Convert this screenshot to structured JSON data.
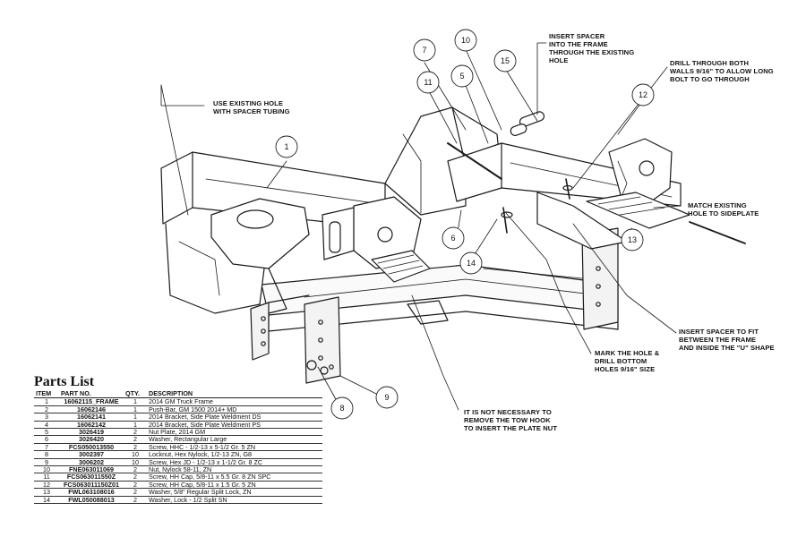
{
  "callouts": [
    {
      "number": "1"
    },
    {
      "number": "5"
    },
    {
      "number": "6"
    },
    {
      "number": "7"
    },
    {
      "number": "8"
    },
    {
      "number": "9"
    },
    {
      "number": "10"
    },
    {
      "number": "11"
    },
    {
      "number": "12"
    },
    {
      "number": "13"
    },
    {
      "number": "14"
    },
    {
      "number": "15"
    }
  ],
  "notes": {
    "use_existing_hole": [
      "USE EXISTING HOLE",
      "WITH SPACER TUBING"
    ],
    "insert_spacer_frame": [
      "INSERT SPACER",
      "INTO THE FRAME",
      "THROUGH THE EXISTING",
      "HOLE"
    ],
    "drill_through": [
      "DRILL THROUGH BOTH",
      "WALLS 9/16\" TO ALLOW LONG",
      "BOLT TO GO THROUGH"
    ],
    "match_existing": [
      "MATCH EXISTING",
      "HOLE TO SIDEPLATE"
    ],
    "insert_spacer_fit": [
      "INSERT SPACER TO FIT",
      "BETWEEN THE FRAME",
      "AND INSIDE THE \"U\" SHAPE"
    ],
    "mark_hole": [
      "MARK THE HOLE &",
      "DRILL BOTTOM",
      "HOLES 9/16\" SIZE"
    ],
    "tow_hook": [
      "IT IS NOT NECESSARY TO",
      "REMOVE THE TOW HOOK",
      "TO INSERT THE PLATE NUT"
    ]
  },
  "parts_list": {
    "title": "Parts List",
    "headers": {
      "item": "ITEM",
      "part_no": "PART NO.",
      "qty": "QTY.",
      "description": "DESCRIPTION"
    },
    "rows": [
      {
        "item": "1",
        "part_no": "16062115_FRAME",
        "qty": "1",
        "description": "2014 GM Truck Frame"
      },
      {
        "item": "2",
        "part_no": "16062146",
        "qty": "1",
        "description": "Push-Bar, GM 1500 2014+ MD"
      },
      {
        "item": "3",
        "part_no": "16062141",
        "qty": "1",
        "description": "2014 Bracket, Side Plate Weldment DS"
      },
      {
        "item": "4",
        "part_no": "16062142",
        "qty": "1",
        "description": "2014 Bracket, Side Plate Weldment PS"
      },
      {
        "item": "5",
        "part_no": "3026419",
        "qty": "2",
        "description": "Nut Plate, 2014 GM"
      },
      {
        "item": "6",
        "part_no": "3026420",
        "qty": "2",
        "description": "Washer, Rectangular Large"
      },
      {
        "item": "7",
        "part_no": "FCS050013550",
        "qty": "2",
        "description": "Screw, HHC - 1/2-13 x 5-1/2 Gr. 5 ZN"
      },
      {
        "item": "8",
        "part_no": "3002397",
        "qty": "10",
        "description": "Locknut, Hex Nylock, 1/2-13 ZN, G8"
      },
      {
        "item": "9",
        "part_no": "3006202",
        "qty": "10",
        "description": "Screw, Hex JD - 1/2-13 x 1-1/2 Gr. 8 ZC"
      },
      {
        "item": "10",
        "part_no": "FNE063011069",
        "qty": "2",
        "description": "Nut, Nylock 58-11, ZN"
      },
      {
        "item": "11",
        "part_no": "FCS063011550Z",
        "qty": "2",
        "description": "Screw, HH Cap, 5/8-11 x 5.5 Gr. 8 ZN SPC"
      },
      {
        "item": "12",
        "part_no": "FCS063011150Z01",
        "qty": "2",
        "description": "Screw, HH Cap, 5/8-11 x 1.5 Gr. 5 ZN"
      },
      {
        "item": "13",
        "part_no": "FWL063108016",
        "qty": "2",
        "description": "Washer, 5/8\" Regular Split Lock, ZN"
      },
      {
        "item": "14",
        "part_no": "FWL050088013",
        "qty": "2",
        "description": "Washer, Lock - 1/2 Split SN"
      }
    ]
  }
}
